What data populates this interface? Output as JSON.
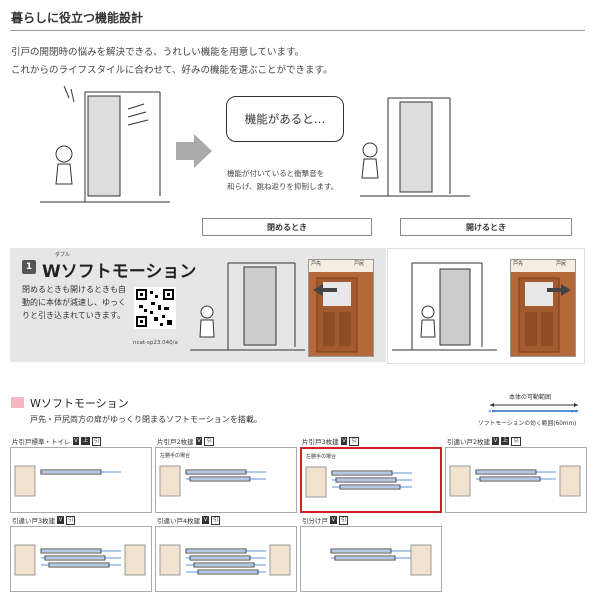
{
  "title": "暮らしに役立つ機能設計",
  "intro": [
    "引戸の開閉時の悩みを解決できる、うれしい機能を用意しています。",
    "これからのライフスタイルに合わせて、好みの機能を選ぶことができます。"
  ],
  "bubble": "機能があると…",
  "bubble_note": [
    "機能が付いていると衝撃音を",
    "和らげ、跳ね返りを抑制します。"
  ],
  "buttons": {
    "close": "閉めるとき",
    "open": "開けるとき"
  },
  "feature": {
    "number": "1",
    "ruby": "ダブル",
    "name": "Wソフトモーション",
    "desc": [
      "閉めるときも開けるときも自",
      "動的に本体が減速し、ゆっく",
      "りと引き込まれていきます。"
    ],
    "qr_caption": "ncat-sp23.040/a",
    "door_tags": {
      "left": "戸先",
      "right": "戸尻"
    }
  },
  "section2": {
    "title": "Wソフトモーション",
    "desc": "戸先・戸尻両方の扉がゆっくり閉まるソフトモーションを搭載。",
    "legend": {
      "top": "本体の可動範囲",
      "bottom": "ソフトモーションの効く範囲(60mm)"
    },
    "types": [
      {
        "name": "片引戸標準・トイレ",
        "badges": [
          "V",
          "上",
          "引"
        ],
        "note": "",
        "highlight": false
      },
      {
        "name": "片引戸2枚建",
        "badges": [
          "V",
          "引"
        ],
        "note": "左勝手の場合",
        "highlight": false
      },
      {
        "name": "片引戸3枚建",
        "badges": [
          "V",
          "引"
        ],
        "note": "左勝手の場合",
        "highlight": true
      },
      {
        "name": "引違い戸2枚建",
        "badges": [
          "V",
          "上",
          "引"
        ],
        "note": "",
        "highlight": false
      },
      {
        "name": "引違い戸3枚建",
        "badges": [
          "V",
          "引"
        ],
        "note": "",
        "highlight": false
      },
      {
        "name": "引違い戸4枚建",
        "badges": [
          "V",
          "引"
        ],
        "note": "",
        "highlight": false
      },
      {
        "name": "引分け戸",
        "badges": [
          "V",
          "引"
        ],
        "note": "",
        "highlight": false
      }
    ]
  }
}
